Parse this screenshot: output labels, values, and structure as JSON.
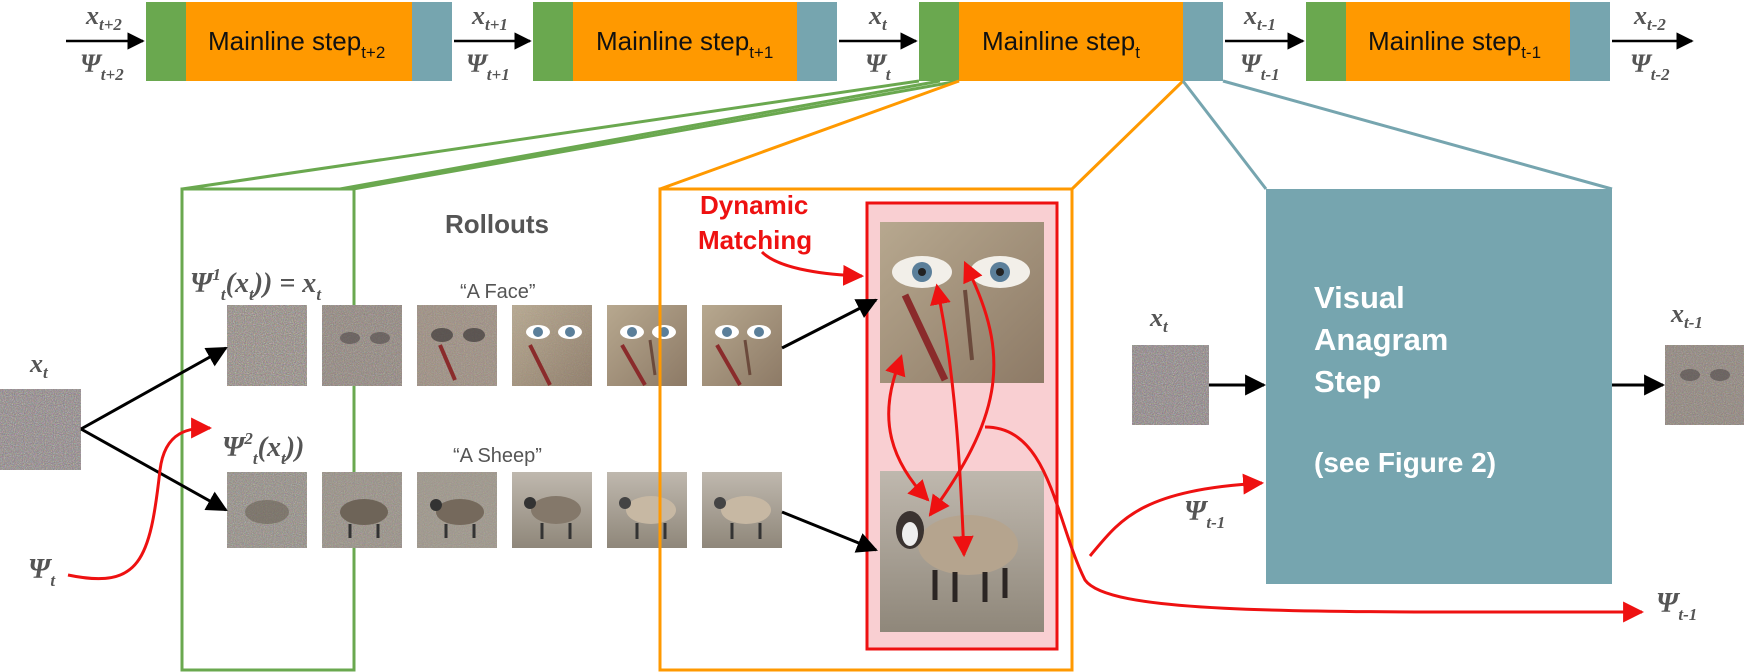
{
  "mainline": {
    "step_text": "Mainline step",
    "steps": [
      {
        "sub": "t+2"
      },
      {
        "sub": "t+1"
      },
      {
        "sub": "t"
      },
      {
        "sub": "t-1"
      }
    ],
    "arrow_labels": [
      {
        "x_sub": "t+2",
        "psi_sub": "t+2"
      },
      {
        "x_sub": "t+1",
        "psi_sub": "t+1"
      },
      {
        "x_sub": "t",
        "psi_sub": "t"
      },
      {
        "x_sub": "t-1",
        "psi_sub": "t-1"
      },
      {
        "x_sub": "t-2",
        "psi_sub": "t-2"
      }
    ]
  },
  "symbols": {
    "x": "x",
    "psi": "Ψ",
    "t": "t",
    "t_minus_1": "t-1"
  },
  "rollouts": {
    "title": "Rollouts",
    "psi1_label": {
      "sup": "1",
      "sub": "t",
      "tail": "(x",
      "tail_sub": "t",
      "end": ")) = x",
      "end_sub": "t"
    },
    "psi2_label": {
      "sup": "2",
      "sub": "t",
      "tail": "(x",
      "tail_sub": "t",
      "end": "))"
    },
    "prompt_face": "“A Face”",
    "prompt_sheep": "“A Sheep”"
  },
  "matching": {
    "title_line1": "Dynamic",
    "title_line2": "Matching"
  },
  "anagram": {
    "line1": "Visual",
    "line2": "Anagram",
    "line3": "Step",
    "line4": "(see Figure 2)"
  },
  "colors": {
    "green": "#6aa84f",
    "orange": "#ff9900",
    "teal": "#76a5af",
    "red": "#ee1111",
    "pink": "#f9cfd2"
  }
}
